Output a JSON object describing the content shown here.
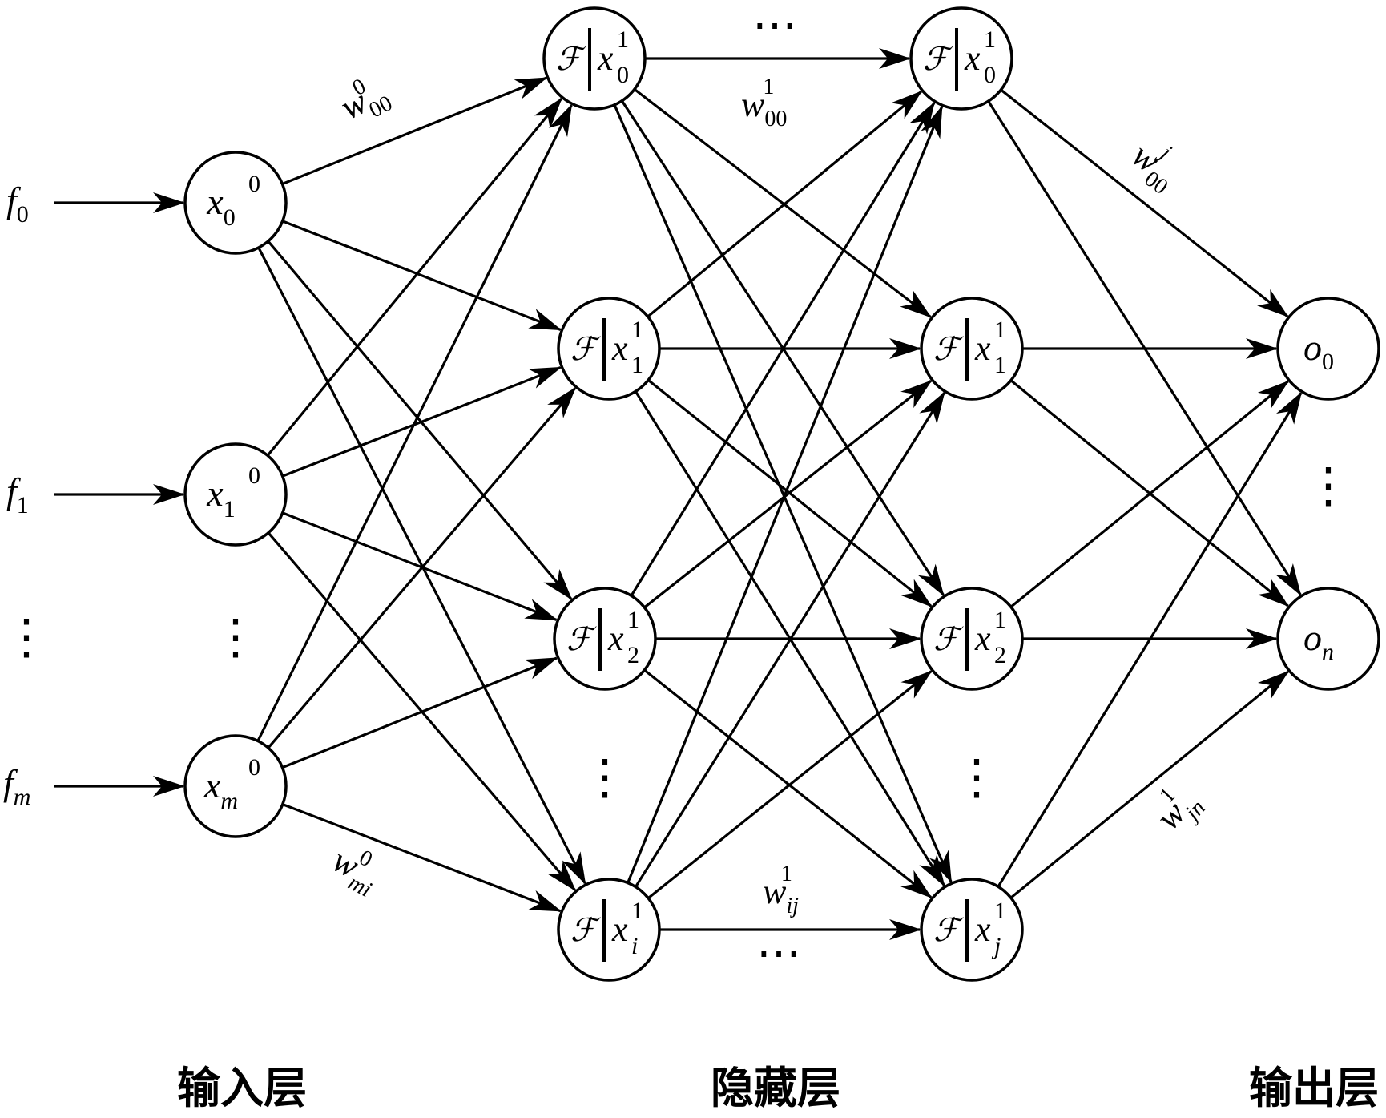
{
  "diagram": {
    "input_features": [
      {
        "base": "f",
        "sub": "0"
      },
      {
        "base": "f",
        "sub": "1"
      },
      {
        "base": "f",
        "sub": "m"
      }
    ],
    "input_nodes": [
      {
        "base": "x",
        "sub": "0",
        "sup": "0"
      },
      {
        "base": "x",
        "sub": "1",
        "sup": "0"
      },
      {
        "base": "x",
        "sub": "m",
        "sup": "0"
      }
    ],
    "hidden1_nodes": [
      {
        "prefix": "𝓕",
        "base": "x",
        "sub": "0",
        "sup": "1"
      },
      {
        "prefix": "𝓕",
        "base": "x",
        "sub": "1",
        "sup": "1"
      },
      {
        "prefix": "𝓕",
        "base": "x",
        "sub": "2",
        "sup": "1"
      },
      {
        "prefix": "𝓕",
        "base": "x",
        "sub": "i",
        "sup": "1"
      }
    ],
    "hidden2_nodes": [
      {
        "prefix": "𝓕",
        "base": "x",
        "sub": "0",
        "sup": "1"
      },
      {
        "prefix": "𝓕",
        "base": "x",
        "sub": "1",
        "sup": "1"
      },
      {
        "prefix": "𝓕",
        "base": "x",
        "sub": "2",
        "sup": "1"
      },
      {
        "prefix": "𝓕",
        "base": "x",
        "sub": "j",
        "sup": "1"
      }
    ],
    "output_nodes": [
      {
        "base": "o",
        "sub": "0"
      },
      {
        "base": "o",
        "sub": "n"
      }
    ],
    "weight_labels": {
      "w00_0": {
        "base": "w",
        "sub": "00",
        "sup": "0"
      },
      "wmi_0": {
        "base": "w",
        "sub": "mi",
        "sup": "0"
      },
      "w00_1": {
        "base": "w",
        "sub": "00",
        "sup": "1"
      },
      "wij_1": {
        "base": "w",
        "sub": "ij",
        "sup": "1"
      },
      "w00_j": {
        "base": "w",
        "sub": "00",
        "sup": "j"
      },
      "wjn_1": {
        "base": "w",
        "sub": "jn",
        "sup": "1"
      }
    },
    "layer_labels": {
      "input": "输入层",
      "hidden": "隐藏层",
      "output": "输出层"
    },
    "ellipsis_vertical": "⋮",
    "ellipsis_horizontal": "⋯"
  }
}
